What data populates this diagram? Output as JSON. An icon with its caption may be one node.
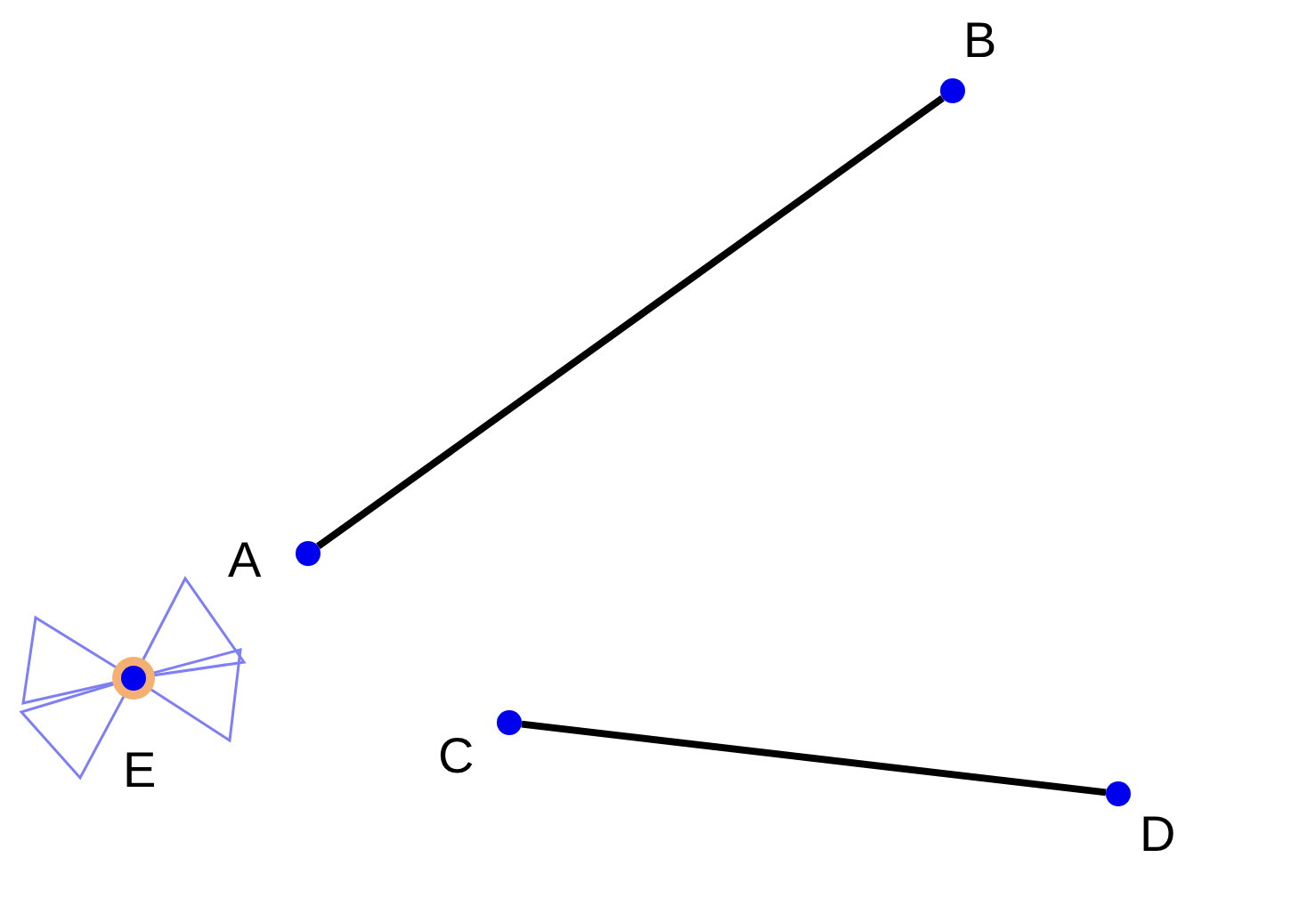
{
  "diagram": {
    "nodes": [
      {
        "text": [
          "A"
        ]
      },
      {
        "text": [
          "B"
        ]
      },
      {
        "text": [
          "C"
        ]
      },
      {
        "text": [
          "D"
        ]
      },
      {
        "text": [
          "E"
        ]
      }
    ],
    "edges": [
      {
        "from": 0,
        "to": 1,
        "arrow": "none"
      },
      {
        "from": 2,
        "to": 3,
        "arrow": "none"
      }
    ]
  }
}
